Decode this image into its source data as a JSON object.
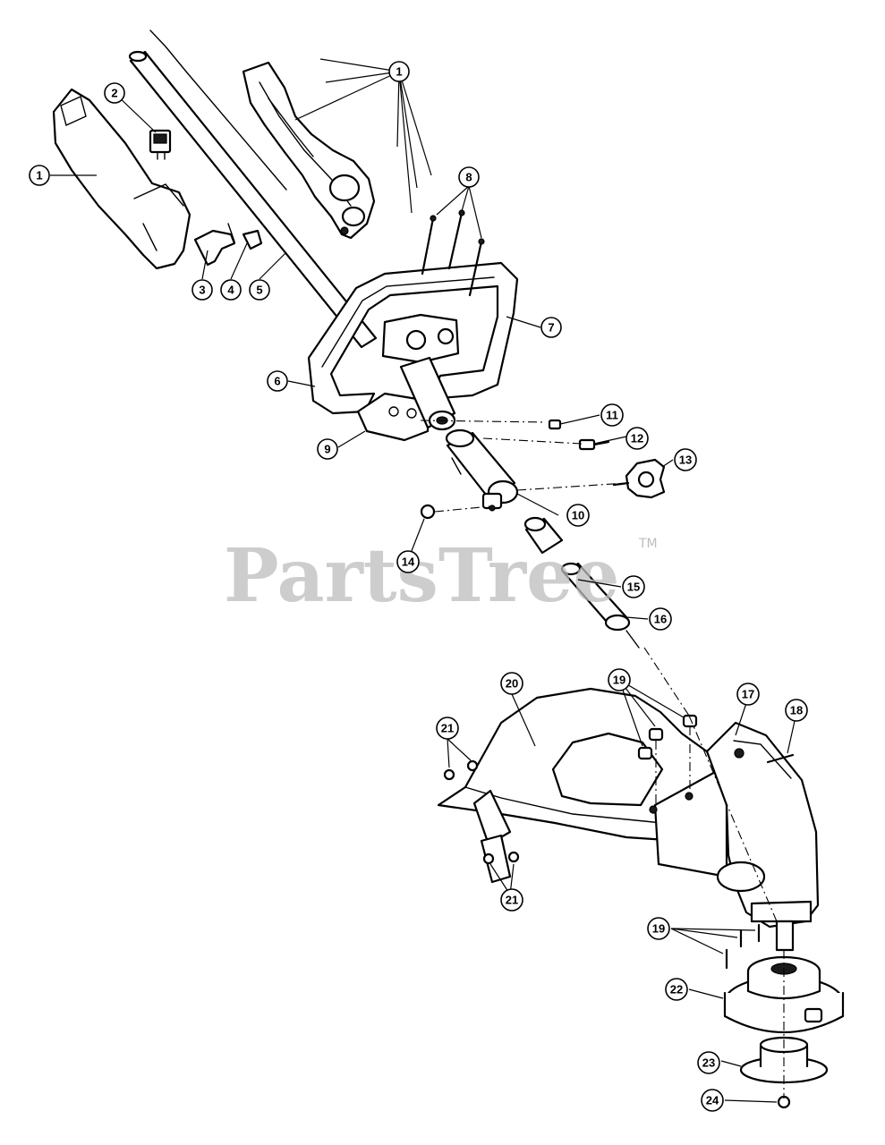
{
  "watermark": {
    "text": "PartsTree",
    "trademark": "TM"
  },
  "callouts": [
    "1",
    "2",
    "1",
    "3",
    "4",
    "5",
    "8",
    "7",
    "6",
    "9",
    "11",
    "12",
    "13",
    "10",
    "14",
    "15",
    "16",
    "20",
    "19",
    "17",
    "18",
    "21",
    "21",
    "19",
    "22",
    "23",
    "24"
  ]
}
